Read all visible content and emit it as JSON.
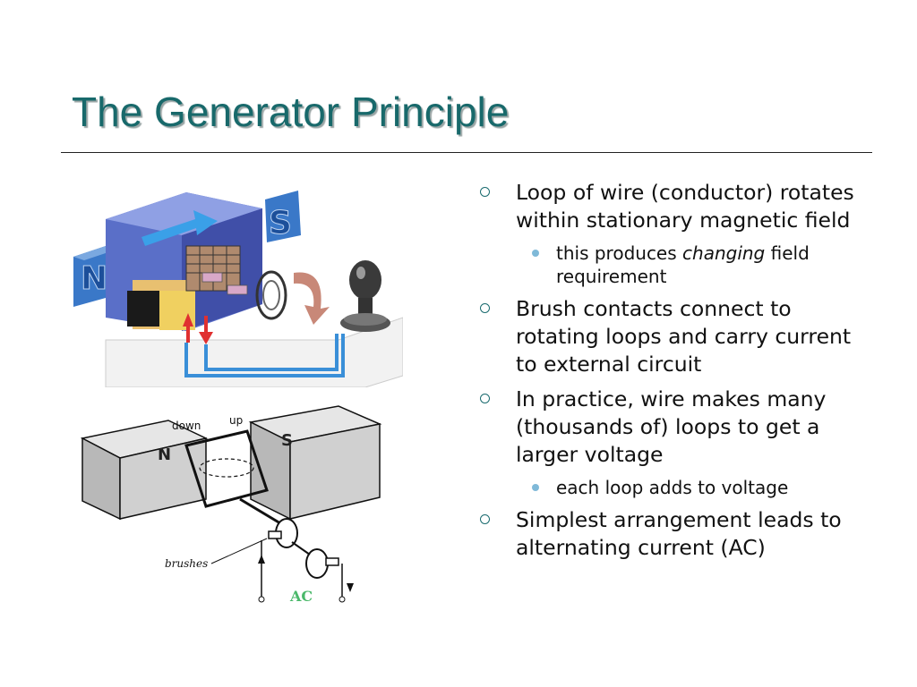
{
  "title": "The Generator Principle",
  "bullets": [
    {
      "text": "Loop of wire (conductor) rotates within stationary magnetic field",
      "sub": [
        {
          "pre": "this produces ",
          "em": "changing",
          "post": " field requirement"
        }
      ]
    },
    {
      "text": "Brush contacts connect to rotating loops and carry current to external circuit",
      "sub": []
    },
    {
      "text": "In practice, wire makes many (thousands of) loops to get a larger voltage",
      "sub": [
        {
          "pre": "each loop adds to voltage",
          "em": "",
          "post": ""
        }
      ]
    },
    {
      "text": "Simplest arrangement leads to alternating current (AC)",
      "sub": []
    }
  ],
  "figure_top": {
    "magnet_n": "N",
    "magnet_s": "S"
  },
  "figure_bottom": {
    "magnet_n": "N",
    "magnet_s": "S",
    "down": "down",
    "up": "up",
    "brushes": "brushes",
    "ac": "AC"
  },
  "colors": {
    "title": "#18696b",
    "accent": "#1a6b6f",
    "sub_bullet": "#7fb9d8"
  }
}
